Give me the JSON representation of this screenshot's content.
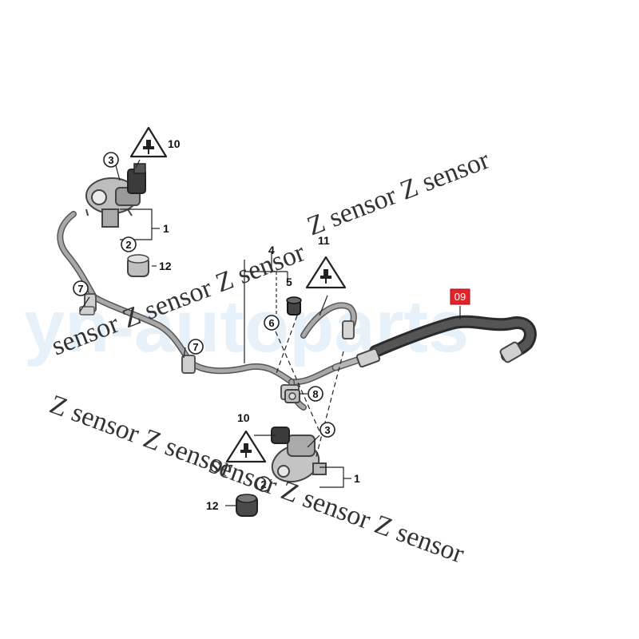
{
  "watermarks": {
    "brand": "yn-autoparts",
    "lines": [
      "Z sensor Z sensor",
      "sensor Z sensor Z sensor",
      "Z sensor Z sensor",
      "sensor Z sensor Z sensor"
    ]
  },
  "callouts": {
    "c1a": "1",
    "c1b": "1",
    "c2a": "2",
    "c2b": "2",
    "c3a": "3",
    "c3b": "3",
    "c4": "4",
    "c5": "5",
    "c6": "6",
    "c7a": "7",
    "c7b": "7",
    "c8": "8",
    "c10a": "10",
    "c10b": "10",
    "c11": "11",
    "c12a": "12",
    "c12b": "12",
    "c09": "09"
  },
  "colors": {
    "highlight": "#e3232c",
    "pipe": "#8c8c8c",
    "hose": "#3f3f3f"
  }
}
